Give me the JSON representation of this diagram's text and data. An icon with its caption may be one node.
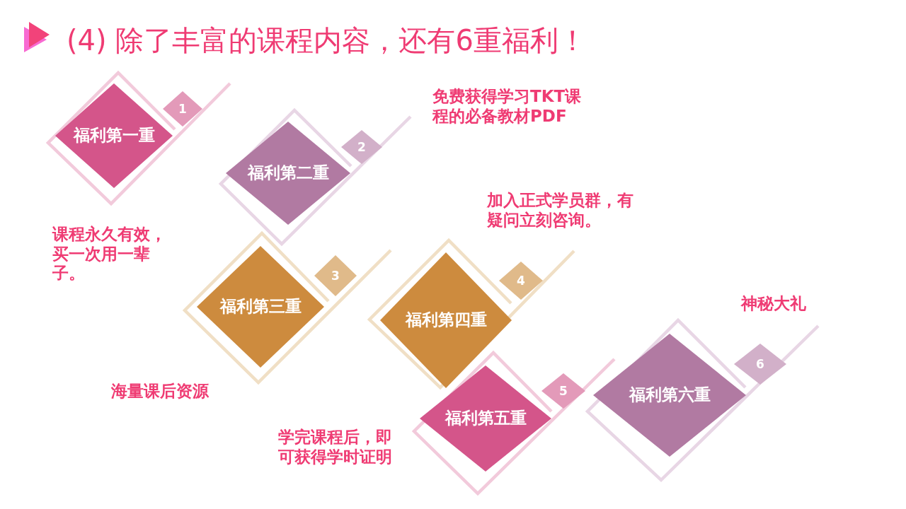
{
  "diagram": {
    "title": "(4) 除了丰富的课程内容，还有6重福利！",
    "nodes": [
      {
        "text": [
          "福利第一重"
        ],
        "beside": [
          "课程永久有效，买一次用一辈子。"
        ]
      },
      {
        "text": [
          "1"
        ]
      },
      {
        "text": [
          "福利第二重"
        ]
      },
      {
        "text": [
          "2"
        ],
        "beside": [
          "免费获得学习TKT课程的必备教材PDF"
        ]
      },
      {
        "text": [
          "福利第三重"
        ],
        "beside": [
          "海量课后资源"
        ]
      },
      {
        "text": [
          "3"
        ]
      },
      {
        "text": [
          "福利第四重"
        ],
        "beside": [
          "加入正式学员群，有疑问立刻咨询。"
        ]
      },
      {
        "text": [
          "4"
        ]
      },
      {
        "text": [
          "福利第五重"
        ],
        "beside": [
          "学完课程后，即可获得学时证明"
        ]
      },
      {
        "text": [
          "5"
        ]
      },
      {
        "text": [
          "福利第六重"
        ],
        "beside": [
          "神秘大礼"
        ]
      },
      {
        "text": [
          "6"
        ]
      }
    ]
  }
}
